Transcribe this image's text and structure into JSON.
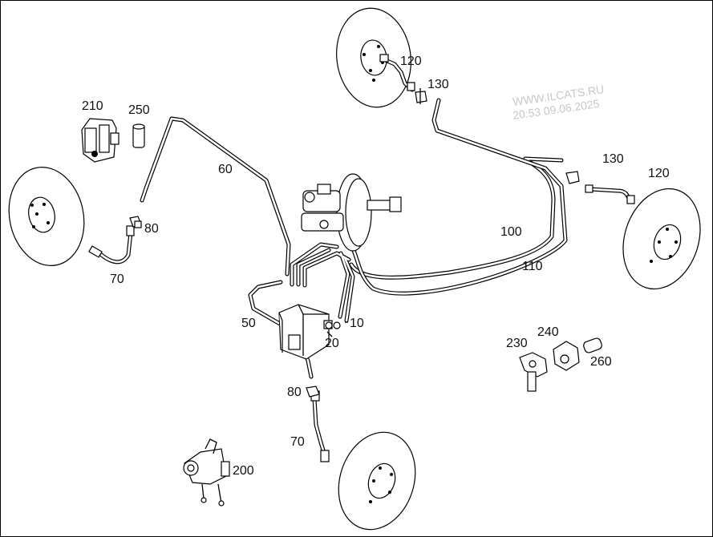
{
  "watermark": {
    "line1": "WWW.ILCATS.RU",
    "line2": "20:53 09.06.2025"
  },
  "callouts": {
    "c10": "10",
    "c20": "20",
    "c50": "50",
    "c60": "60",
    "c70_left": "70",
    "c70_bottom": "70",
    "c80_left": "80",
    "c80_bottom": "80",
    "c100": "100",
    "c110": "110",
    "c120_top": "120",
    "c120_right": "120",
    "c130_top": "130",
    "c130_right": "130",
    "c200": "200",
    "c210": "210",
    "c230": "230",
    "c240": "240",
    "c250": "250",
    "c260": "260"
  }
}
